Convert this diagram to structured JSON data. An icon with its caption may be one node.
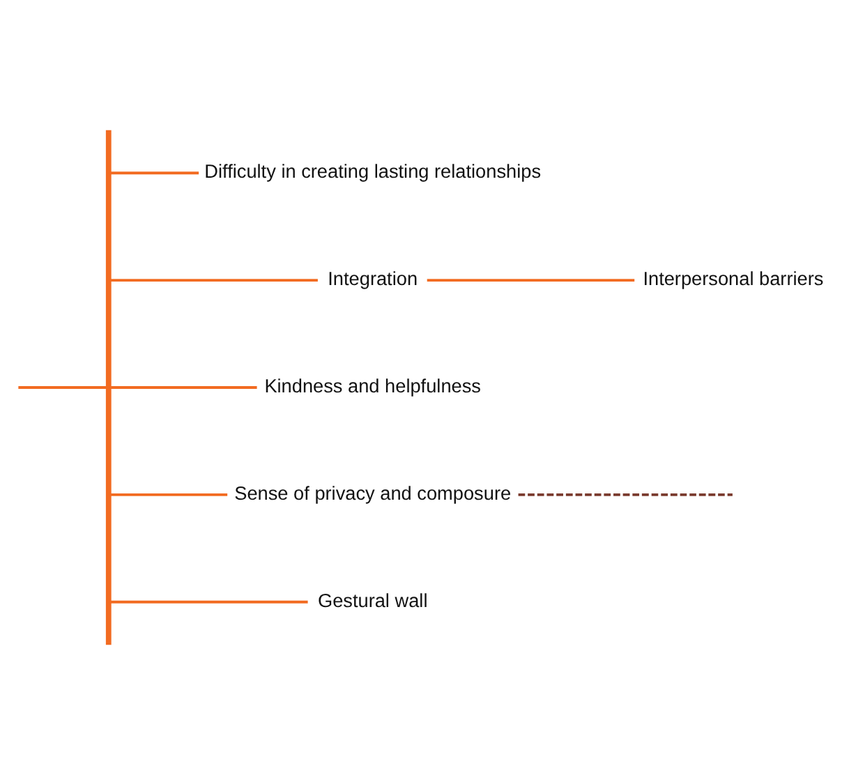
{
  "diagram": {
    "nodes": [
      {
        "text": [],
        "shape": "bar"
      },
      {
        "text": [
          "Difficulty in creating lasting relationships"
        ]
      },
      {
        "text": [
          "Integration"
        ]
      },
      {
        "text": [
          "Interpersonal barriers"
        ]
      },
      {
        "text": [
          "Kindness and helpfulness"
        ]
      },
      {
        "text": [
          "Sense of privacy and composure"
        ]
      },
      {
        "text": [
          "Gestural wall"
        ]
      }
    ],
    "edges": [
      {
        "from": null,
        "to": 0,
        "arrow": "none"
      },
      {
        "from": 0,
        "to": 1,
        "arrow": "none"
      },
      {
        "from": 0,
        "to": 2,
        "arrow": "none"
      },
      {
        "from": 0,
        "to": 4,
        "arrow": "none"
      },
      {
        "from": 0,
        "to": 5,
        "arrow": "none"
      },
      {
        "from": 0,
        "to": 6,
        "arrow": "none"
      },
      {
        "from": 2,
        "to": 3,
        "arrow": "none"
      },
      {
        "from": 5,
        "to": null,
        "arrow": "none",
        "style": "dashed",
        "color": "#7a3b2e"
      }
    ]
  }
}
